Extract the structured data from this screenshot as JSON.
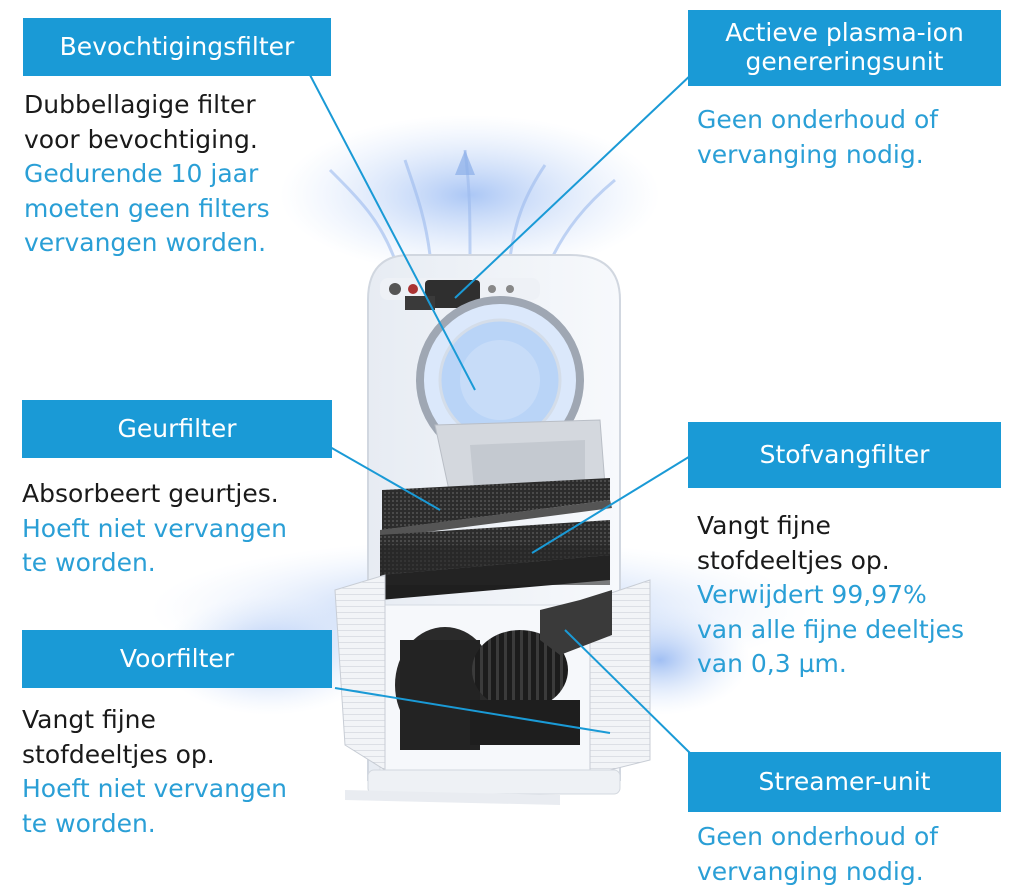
{
  "colors": {
    "label_background": "#1a9ad6",
    "label_text": "#ffffff",
    "dark_text": "#1a1a1a",
    "blue_text": "#2a9fd6",
    "callout_line": "#1a9ad6"
  },
  "components": {
    "humidifying_filter": {
      "title": "Bevochtigingsfilter",
      "desc_dark": [
        "Dubbellagige filter",
        "voor bevochtiging."
      ],
      "desc_blue": [
        "Gedurende 10 jaar",
        "moeten geen filters",
        "vervangen worden."
      ]
    },
    "plasma_ion_unit": {
      "title_line1": "Actieve plasma-ion",
      "title_line2": "genereringsunit",
      "desc_blue": [
        "Geen onderhoud of",
        "vervanging nodig."
      ]
    },
    "odour_filter": {
      "title": "Geurfilter",
      "desc_dark": [
        "Absorbeert geurtjes."
      ],
      "desc_blue": [
        "Hoeft niet vervangen",
        "te worden."
      ]
    },
    "dust_filter": {
      "title": "Stofvangfilter",
      "desc_dark": [
        "Vangt fijne",
        "stofdeeltjes op."
      ],
      "desc_blue": [
        "Verwijdert 99,97%",
        "van alle fijne deeltjes",
        "van 0,3 µm."
      ]
    },
    "pre_filter": {
      "title": "Voorfilter",
      "desc_dark": [
        "Vangt fijne",
        "stofdeeltjes op."
      ],
      "desc_blue": [
        "Hoeft niet vervangen",
        "te worden."
      ]
    },
    "streamer_unit": {
      "title": "Streamer-unit",
      "desc_blue": [
        "Geen onderhoud of",
        "vervanging nodig."
      ]
    }
  }
}
